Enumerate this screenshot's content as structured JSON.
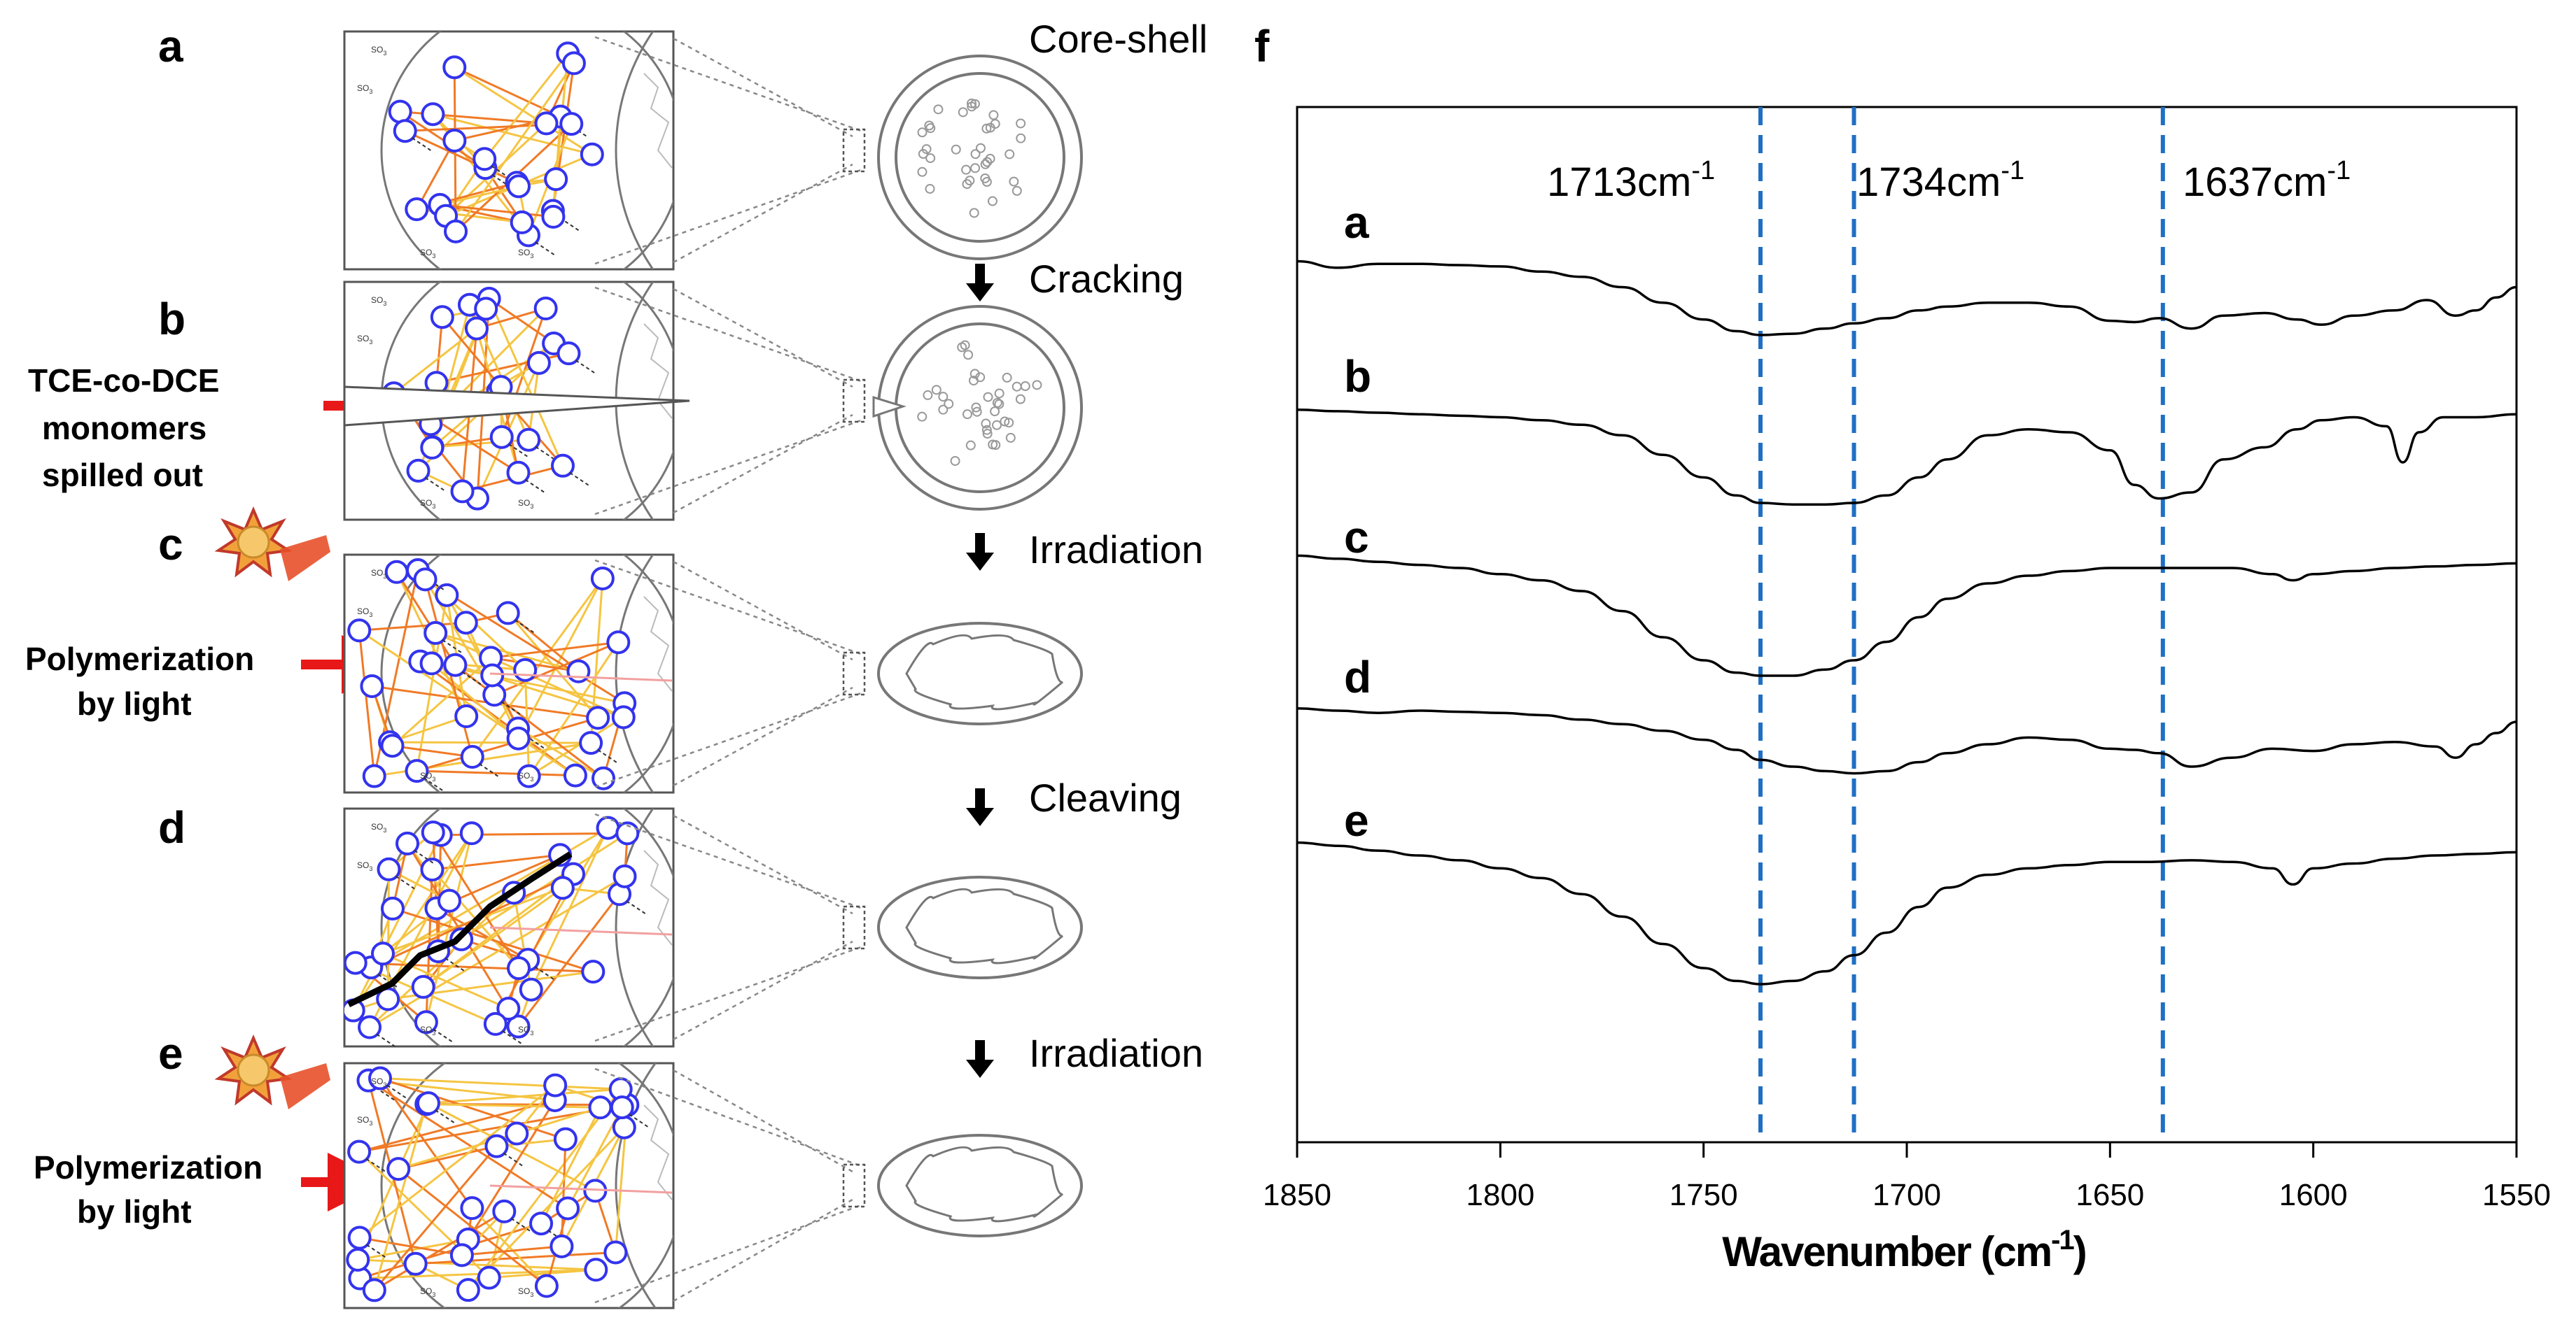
{
  "left_panel": {
    "panels": [
      {
        "letter": "a",
        "step": "Core-shell",
        "side": ""
      },
      {
        "letter": "b",
        "step": "Cracking",
        "side": "TCE-co-DCE monomers spilled out"
      },
      {
        "letter": "c",
        "step": "Irradiation",
        "side": "Polymerization by light"
      },
      {
        "letter": "d",
        "step": "Cleaving",
        "side": ""
      },
      {
        "letter": "e",
        "step": "Irradiation",
        "side": "Polymerization by light"
      }
    ],
    "side_labels": {
      "b_line1": "TCE-co-DCE",
      "b_line2": "monomers",
      "b_line3": "spilled out",
      "c_line1": "Polymerization",
      "c_line2": "by light",
      "e_line1": "Polymerization",
      "e_line2": "by light"
    },
    "so3_label": "SO",
    "so3_sub": "3",
    "colors": {
      "ring": "#3333ee",
      "orange": "#f07a26",
      "yellow": "#f5c542",
      "arrow_red": "#e81818"
    }
  },
  "figure_f": {
    "label": "f",
    "annotations": [
      {
        "text": "1713cm",
        "sup": "-1"
      },
      {
        "text": "1734cm",
        "sup": "-1"
      },
      {
        "text": "1637cm",
        "sup": "-1"
      }
    ],
    "curve_labels": [
      "a",
      "b",
      "c",
      "d",
      "e"
    ]
  },
  "chart_data": {
    "type": "line",
    "xlabel": "Wavenumber (cm-1)",
    "xlabel_text": "Wavenumber (cm",
    "xlabel_sup": "-1",
    "xlabel_close": ")",
    "xlim": [
      1850,
      1550
    ],
    "x_reversed": true,
    "x_ticks": [
      1850,
      1800,
      1750,
      1700,
      1650,
      1600,
      1550
    ],
    "y_ticks_shown": false,
    "reference_lines": [
      {
        "label": "1713cm-1",
        "x": 1736
      },
      {
        "label": "1734cm-1",
        "x": 1713
      },
      {
        "label": "1637cm-1",
        "x": 1637
      }
    ],
    "reference_line_color": "#1f6fc4",
    "series": [
      {
        "name": "a",
        "x": [
          1850,
          1840,
          1830,
          1820,
          1810,
          1800,
          1790,
          1780,
          1770,
          1760,
          1750,
          1742,
          1736,
          1728,
          1720,
          1713,
          1705,
          1697,
          1690,
          1680,
          1670,
          1660,
          1650,
          1644,
          1638,
          1630,
          1622,
          1612,
          1604,
          1598,
          1590,
          1580,
          1572,
          1565,
          1560,
          1555,
          1550
        ],
        "y": [
          0.9,
          0.85,
          0.88,
          0.88,
          0.87,
          0.86,
          0.82,
          0.78,
          0.7,
          0.58,
          0.45,
          0.36,
          0.33,
          0.34,
          0.38,
          0.42,
          0.46,
          0.52,
          0.55,
          0.58,
          0.58,
          0.55,
          0.44,
          0.43,
          0.46,
          0.38,
          0.48,
          0.5,
          0.45,
          0.41,
          0.48,
          0.52,
          0.6,
          0.48,
          0.52,
          0.62,
          0.7
        ]
      },
      {
        "name": "b",
        "x": [
          1850,
          1840,
          1830,
          1820,
          1810,
          1800,
          1790,
          1780,
          1770,
          1760,
          1750,
          1742,
          1736,
          1728,
          1720,
          1713,
          1705,
          1697,
          1690,
          1680,
          1670,
          1660,
          1650,
          1644,
          1638,
          1630,
          1622,
          1612,
          1604,
          1598,
          1590,
          1582,
          1578,
          1574,
          1568,
          1560,
          1550
        ],
        "y": [
          0.95,
          0.94,
          0.93,
          0.92,
          0.91,
          0.9,
          0.88,
          0.85,
          0.78,
          0.65,
          0.5,
          0.38,
          0.33,
          0.32,
          0.32,
          0.33,
          0.38,
          0.5,
          0.62,
          0.78,
          0.82,
          0.8,
          0.68,
          0.45,
          0.36,
          0.4,
          0.62,
          0.7,
          0.82,
          0.88,
          0.9,
          0.84,
          0.6,
          0.8,
          0.9,
          0.9,
          0.92
        ]
      },
      {
        "name": "c",
        "x": [
          1850,
          1840,
          1830,
          1820,
          1810,
          1800,
          1790,
          1780,
          1770,
          1760,
          1750,
          1742,
          1736,
          1728,
          1720,
          1713,
          1705,
          1697,
          1690,
          1680,
          1670,
          1660,
          1650,
          1640,
          1630,
          1620,
          1610,
          1605,
          1600,
          1590,
          1580,
          1570,
          1560,
          1550
        ],
        "y": [
          0.98,
          0.96,
          0.94,
          0.92,
          0.9,
          0.86,
          0.82,
          0.75,
          0.62,
          0.45,
          0.3,
          0.22,
          0.2,
          0.2,
          0.24,
          0.3,
          0.42,
          0.58,
          0.7,
          0.8,
          0.85,
          0.88,
          0.9,
          0.9,
          0.9,
          0.9,
          0.86,
          0.82,
          0.86,
          0.88,
          0.9,
          0.91,
          0.92,
          0.93
        ]
      },
      {
        "name": "d",
        "x": [
          1850,
          1840,
          1830,
          1820,
          1810,
          1800,
          1790,
          1780,
          1770,
          1760,
          1750,
          1742,
          1736,
          1728,
          1720,
          1713,
          1705,
          1697,
          1690,
          1680,
          1670,
          1660,
          1650,
          1644,
          1638,
          1630,
          1620,
          1610,
          1600,
          1590,
          1580,
          1570,
          1565,
          1560,
          1555,
          1550
        ],
        "y": [
          0.92,
          0.9,
          0.88,
          0.9,
          0.89,
          0.88,
          0.86,
          0.82,
          0.78,
          0.72,
          0.64,
          0.55,
          0.46,
          0.4,
          0.36,
          0.34,
          0.36,
          0.44,
          0.52,
          0.6,
          0.66,
          0.64,
          0.56,
          0.55,
          0.52,
          0.4,
          0.48,
          0.56,
          0.54,
          0.6,
          0.62,
          0.58,
          0.48,
          0.6,
          0.7,
          0.8
        ]
      },
      {
        "name": "e",
        "x": [
          1850,
          1840,
          1830,
          1820,
          1810,
          1800,
          1790,
          1780,
          1770,
          1760,
          1750,
          1742,
          1736,
          1728,
          1720,
          1713,
          1705,
          1697,
          1690,
          1680,
          1670,
          1660,
          1650,
          1640,
          1630,
          1620,
          1610,
          1605,
          1600,
          1590,
          1580,
          1570,
          1560,
          1550
        ],
        "y": [
          0.98,
          0.96,
          0.93,
          0.9,
          0.87,
          0.82,
          0.76,
          0.66,
          0.52,
          0.35,
          0.2,
          0.12,
          0.1,
          0.12,
          0.18,
          0.28,
          0.42,
          0.58,
          0.7,
          0.78,
          0.82,
          0.84,
          0.86,
          0.86,
          0.87,
          0.86,
          0.82,
          0.72,
          0.82,
          0.85,
          0.88,
          0.9,
          0.91,
          0.92
        ]
      }
    ]
  }
}
